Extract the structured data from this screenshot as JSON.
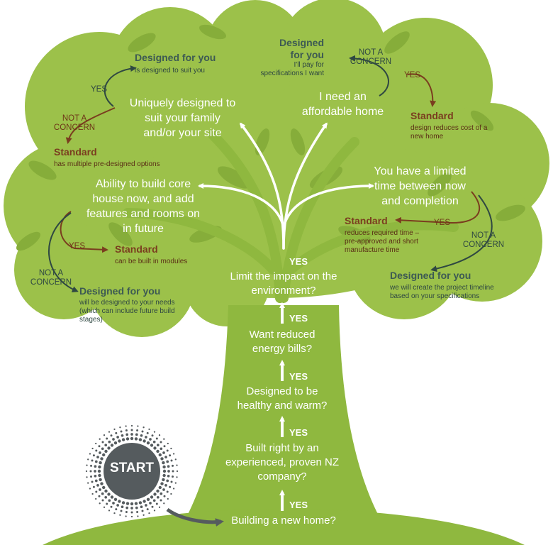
{
  "start": {
    "label": "START"
  },
  "trunk": {
    "q1": "Building a new home?",
    "q2": "Built right by an experienced, proven NZ company?",
    "q3": "Designed to be healthy and warm?",
    "q4": "Want reduced energy bills?",
    "q5": "Limit the impact on the environment?",
    "yes": "YES"
  },
  "branches": {
    "family": {
      "question": "Uniquely designed to suit your family and/or your site",
      "yes_tag": "YES",
      "not_concern_tag": "NOT A CONCERN",
      "designed_head": "Designed for you",
      "designed_sub": "is designed to suit you",
      "standard_head": "Standard",
      "standard_sub": "has multiple pre-designed options"
    },
    "affordable": {
      "question": "I need an affordable home",
      "yes_tag": "YES",
      "not_concern_tag": "NOT A CONCERN",
      "designed_head": "Designed for you",
      "designed_sub": "I'll pay for specifications I want",
      "standard_head": "Standard",
      "standard_sub": "design reduces cost of a new home"
    },
    "modules": {
      "question": "Ability to build core house now, and add features and rooms on in future",
      "yes_tag": "YES",
      "not_concern_tag": "NOT A CONCERN",
      "standard_head": "Standard",
      "standard_sub": "can be built in modules",
      "designed_head": "Designed for you",
      "designed_sub": "will be designed to your needs (which can include future build stages)"
    },
    "time": {
      "question": "You have a limited time between now and completion",
      "yes_tag": "YES",
      "not_concern_tag": "NOT A CONCERN",
      "standard_head": "Standard",
      "standard_sub": "reduces required time – pre-approved and short manufacture time",
      "designed_head": "Designed for you",
      "designed_sub": "we will create the project timeline based on your specifications"
    }
  },
  "colors": {
    "canopy": "#9cc14a",
    "trunk": "#8fb83f",
    "leaf_dark": "#86ad3a",
    "designed_text": "#3d5a53",
    "standard_text": "#7a3d1f",
    "arrow_dark": "#2f4842",
    "arrow_brown": "#7a3d1f",
    "start_circle": "#555b5e"
  }
}
